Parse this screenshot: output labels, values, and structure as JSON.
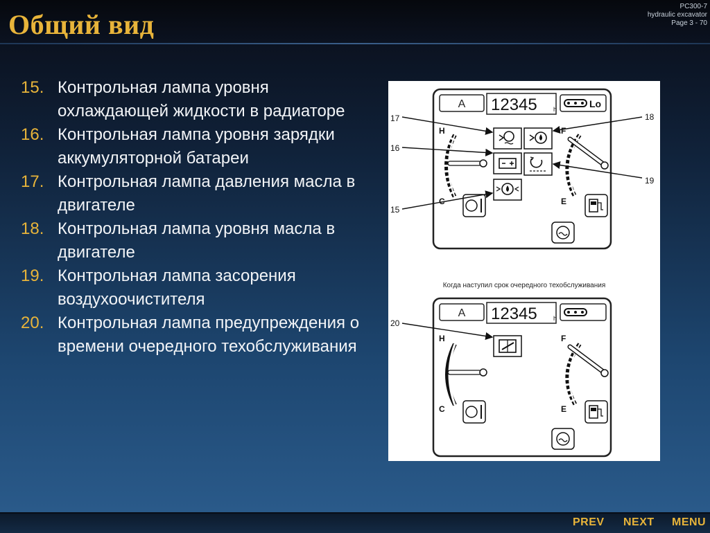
{
  "header": {
    "title": "Общий вид",
    "model": "PC300-7",
    "subtitle": "hydraulic excavator",
    "page": "Page 3 - 70"
  },
  "items": [
    {
      "num": "15.",
      "text": "Контрольная лампа уровня охлаждающей жидкости в радиаторе"
    },
    {
      "num": "16.",
      "text": "Контрольная лампа уровня зарядки аккумуляторной батареи"
    },
    {
      "num": "17.",
      "text": "Контрольная лампа давления масла в двигателе"
    },
    {
      "num": "18.",
      "text": "Контрольная лампа уровня масла в двигателе"
    },
    {
      "num": "19.",
      "text": "Контрольная лампа засорения воздухоочистителя"
    },
    {
      "num": "20.",
      "text": "Контрольная лампа предупреждения о времени очередного техобслуживания"
    }
  ],
  "diagram": {
    "caption_bottom": "Когда наступил срок очередного техобслуживания",
    "mode_letter": "A",
    "hour_meter": "12345",
    "hour_unit": "h",
    "speed_label": "Lo",
    "gauge_hot": "H",
    "gauge_cold": "C",
    "gauge_full": "F",
    "gauge_empty": "E",
    "callouts": [
      "17",
      "16",
      "15",
      "18",
      "19",
      "20"
    ]
  },
  "nav": {
    "prev": "PREV",
    "next": "NEXT",
    "menu": "MENU"
  },
  "colors": {
    "accent": "#e8b43a",
    "text": "#f2f4f7"
  }
}
